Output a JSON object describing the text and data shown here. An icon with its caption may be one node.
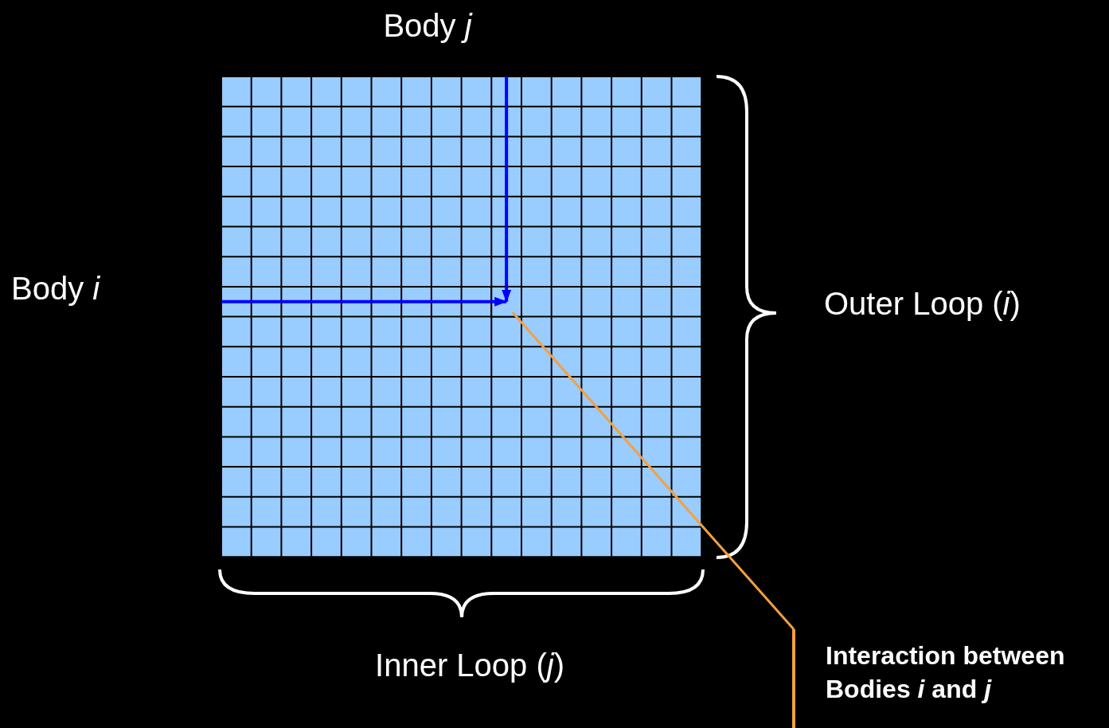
{
  "diagram": {
    "nodes": [
      {
        "text": [
          "Interaction between Bodies *i* and *j*"
        ]
      },
      {
        "text": [],
        "shape": "box"
      }
    ],
    "edges": [
      {
        "from": 0,
        "to": 1,
        "arrow": "none"
      }
    ],
    "labels": [
      "Body *j*",
      "Body *i*",
      "Outer Loop (*i*)",
      "Inner Loop (*j*)"
    ]
  }
}
